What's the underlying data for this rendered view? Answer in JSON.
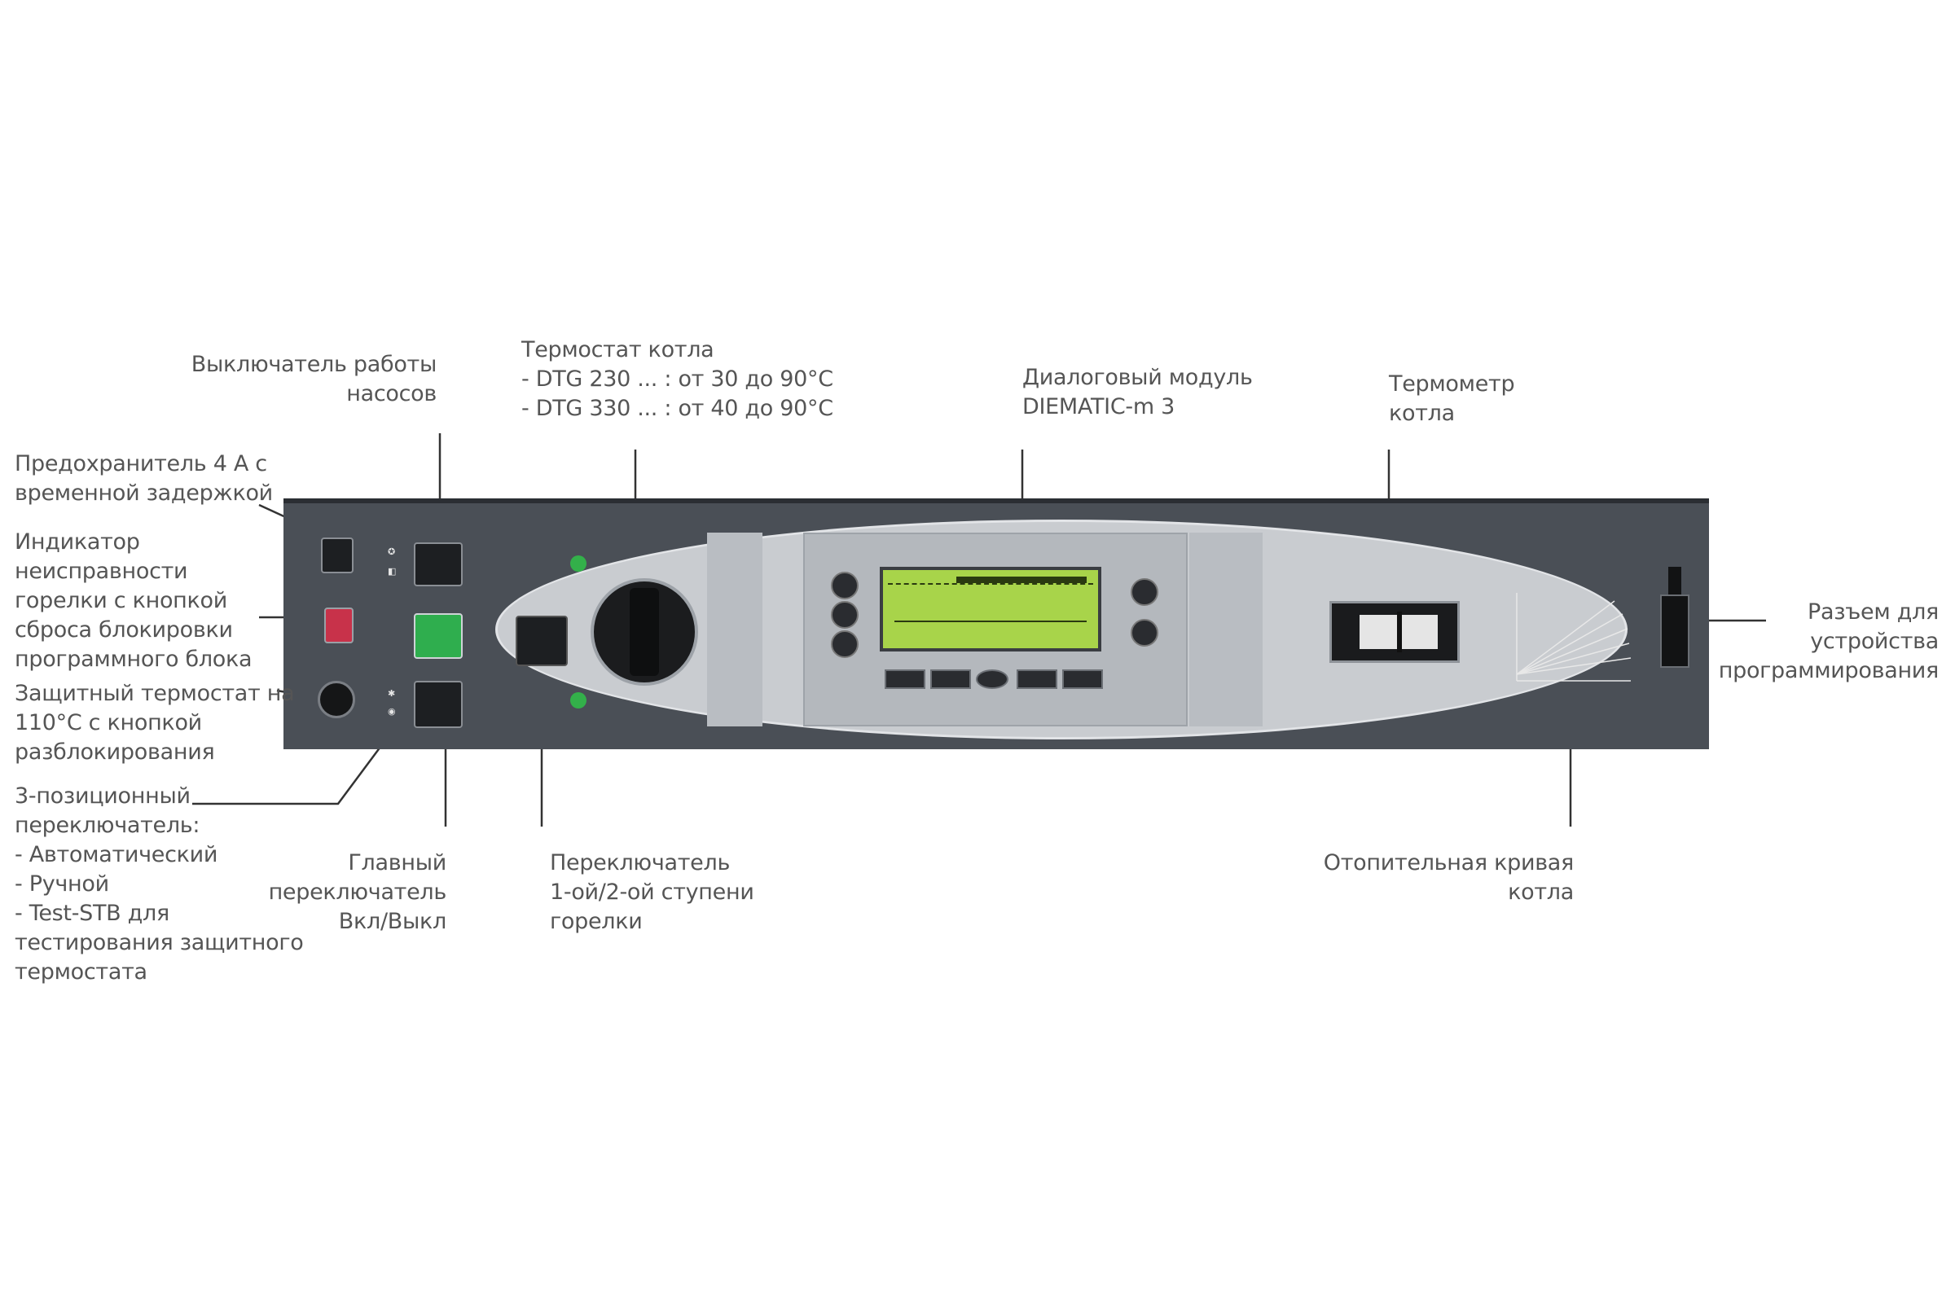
{
  "labels": {
    "pump_switch": [
      "Выключатель работы",
      "насосов"
    ],
    "boiler_thermostat": [
      "Термостат котла",
      "- DTG 230 ... : от 30 до 90°C",
      "- DTG 330 ... : от 40 до 90°C"
    ],
    "dialog_module": [
      "Диалоговый модуль",
      "DIEMATIC-m 3"
    ],
    "boiler_thermometer": [
      "Термометр",
      "котла"
    ],
    "fuse": [
      "Предохранитель 4 А с",
      "временной задержкой"
    ],
    "burner_fault_indicator": [
      "Индикатор",
      "неисправности",
      "горелки с кнопкой",
      "сброса блокировки",
      "программного блока"
    ],
    "safety_thermostat": [
      "Защитный термостат на",
      "110°C с кнопкой",
      "разблокирования"
    ],
    "three_position_switch": [
      "3-позиционный",
      "переключатель:",
      "- Автоматический",
      "- Ручной",
      "- Test-STB для",
      "тестирования защитного",
      "термостата"
    ],
    "main_switch": [
      "Главный",
      "переключатель",
      "Вкл/Выкл"
    ],
    "burner_stage_switch": [
      "Переключатель",
      "1-ой/2-ой ступени",
      "горелки"
    ],
    "heating_curve": [
      "Отопительная кривая",
      "котла"
    ],
    "programming_connector": [
      "Разъем для",
      "устройства",
      "программирования"
    ]
  },
  "colors": {
    "panel": "#4a4f56",
    "fascia": "#c9ccd0",
    "lcd": "#a8d44a",
    "led": "#33b04a",
    "reset_button": "#c8324a",
    "main_switch": "#2fae4e",
    "label_text": "#555555"
  }
}
